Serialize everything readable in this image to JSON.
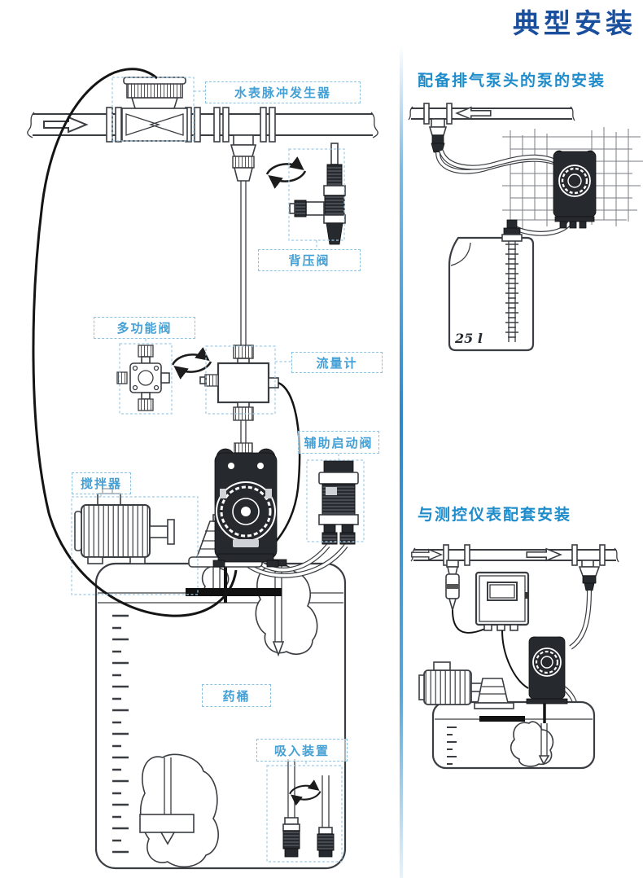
{
  "page": {
    "title": "典型安装"
  },
  "diagram": {
    "labels": {
      "water_meter_pulse_generator": "水表脉冲发生器",
      "back_pressure_valve": "背压阀",
      "multifunction_valve": "多功能阀",
      "flow_meter": "流量计",
      "auxiliary_start_valve": "辅助启动阀",
      "agitator": "搅拌器",
      "chemical_tank": "药桶",
      "suction_device": "吸入装置"
    }
  },
  "sections": {
    "degassing_pump": {
      "heading": "配备排气泵头的泵的安装",
      "canister_volume": "25 l"
    },
    "instrument": {
      "heading": "与测控仪表配套安装"
    }
  },
  "colors": {
    "title_blue": "#1a4f9d",
    "heading_blue": "#1e8cca",
    "label_blue": "#45a0d5",
    "label_border": "#8cc3e3",
    "divider_blue": "#2e87c7",
    "line_dark": "#3a3d42",
    "component_dark": "#26292e"
  }
}
